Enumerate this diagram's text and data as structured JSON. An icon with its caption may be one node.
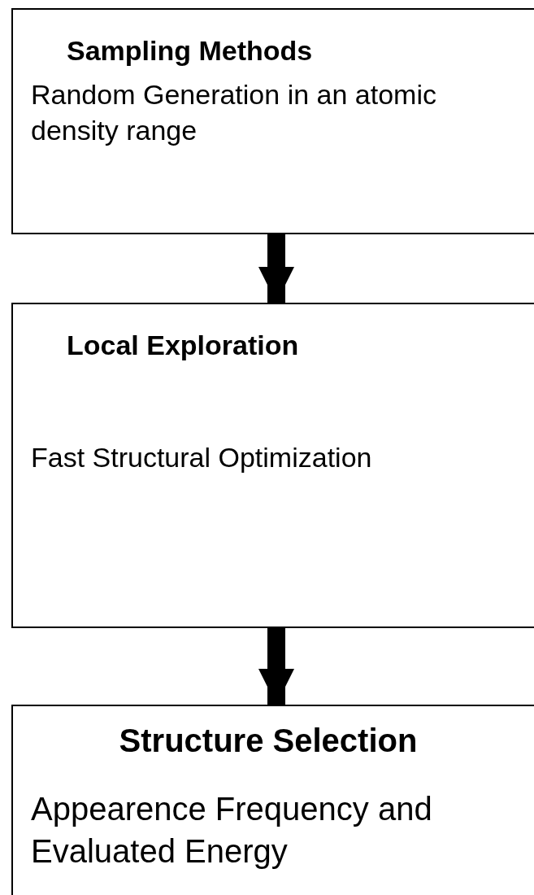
{
  "diagram": {
    "nodes": [
      {
        "text": [
          "Sampling Methods",
          "Random Generation in an atomic density range"
        ]
      },
      {
        "text": [
          "Local Exploration",
          "Fast Structural Optimization"
        ]
      },
      {
        "text": [
          "Structure Selection",
          "Appearence Frequency and Evaluated Energy"
        ]
      }
    ],
    "edges": [
      {
        "from": 0,
        "to": 1,
        "arrow": "to"
      },
      {
        "from": 1,
        "to": 2,
        "arrow": "to"
      }
    ]
  }
}
